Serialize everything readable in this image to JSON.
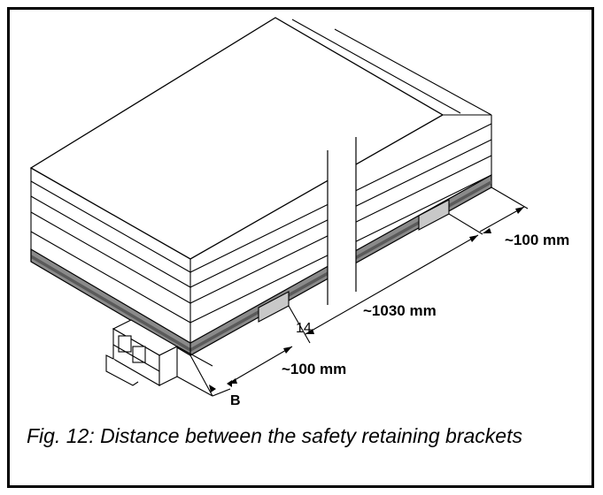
{
  "figure": {
    "caption": "Fig. 12: Distance between the safety retaining brackets",
    "labels": {
      "top_right_spacing": "~100 mm",
      "middle_spacing": "~1030 mm",
      "bottom_spacing": "~100 mm",
      "bracket_number": "14",
      "edge_marker": "B"
    }
  }
}
